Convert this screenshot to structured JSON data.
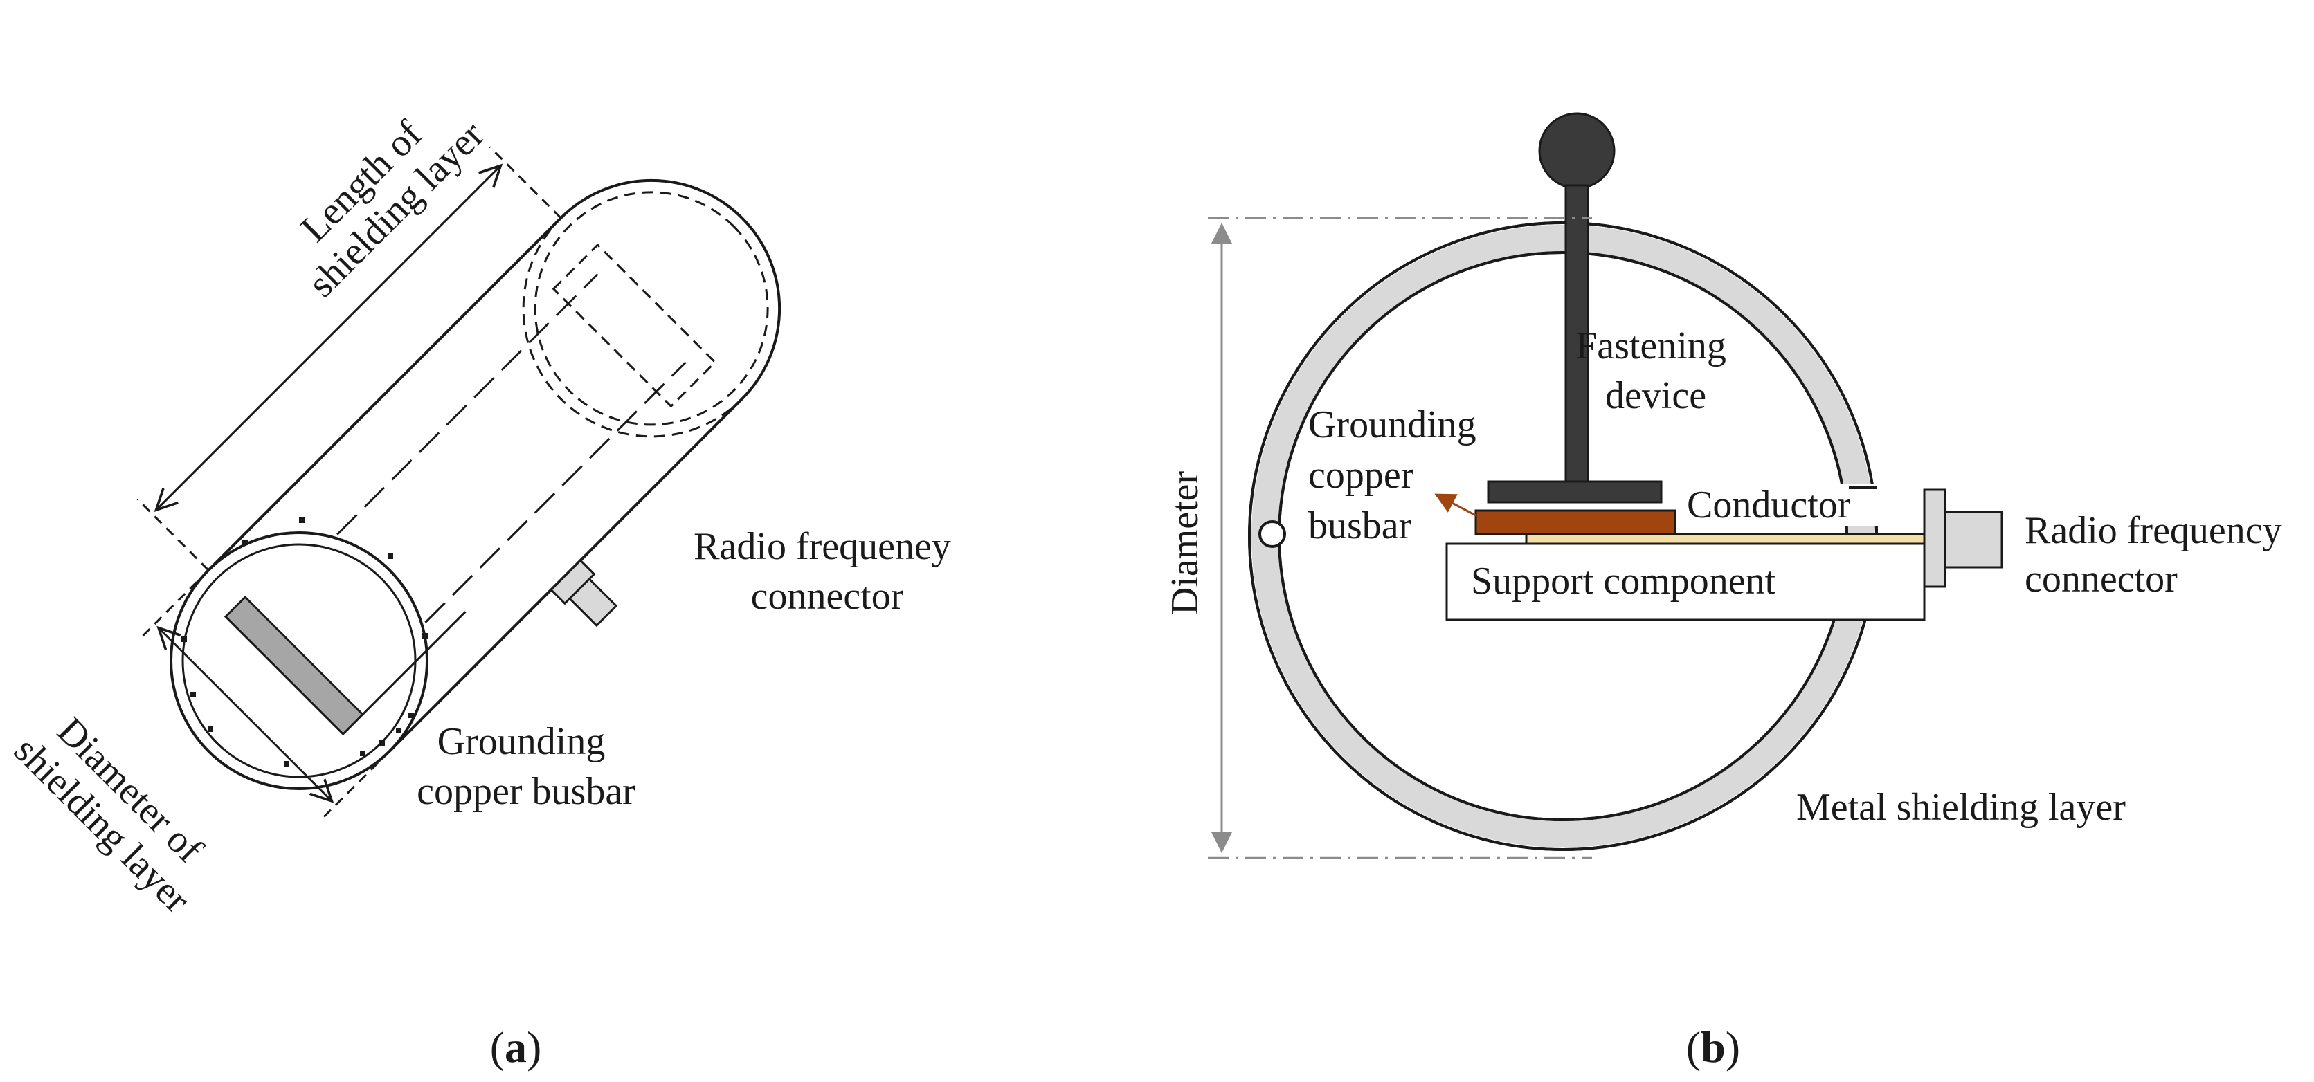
{
  "panel_a": {
    "length_label": [
      "Length of",
      "shielding layer"
    ],
    "diameter_label": [
      "Diameter of",
      "shielding layer"
    ],
    "rf_connector_label": [
      "Radio frequeney",
      "connector"
    ],
    "grounding_label": [
      "Grounding",
      "copper busbar"
    ],
    "caption": {
      "open": "(",
      "letter": "a",
      "close": ")"
    }
  },
  "panel_b": {
    "diameter_label": "Diameter",
    "fastening_label": [
      "Fastening",
      "device"
    ],
    "grounding_label": [
      "Grounding",
      "copper",
      "busbar"
    ],
    "conductor_label": "Conductor",
    "support_label": "Support component",
    "rf_connector_label": [
      "Radio frequency",
      "connector"
    ],
    "shield_label": "Metal shielding layer",
    "caption": {
      "open": "(",
      "letter": "b",
      "close": ")"
    }
  },
  "colors": {
    "line": "#1a1a1a",
    "shield_fill": "#d9d9d9",
    "copper": "#a0450f",
    "conductor": "#f5dfa6",
    "fastener": "#3a3a3a",
    "busbar_a": "#a6a6a6",
    "dim_line": "#8c8c8c"
  }
}
